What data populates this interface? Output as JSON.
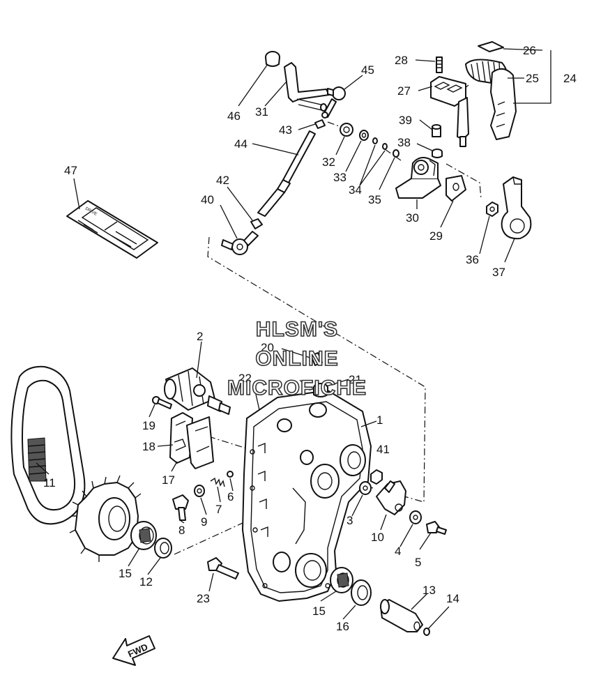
{
  "watermark": {
    "line1": "HLSM'S",
    "line2": "ONLINE",
    "line3": "MICROFICHE"
  },
  "decal": {
    "heading": "DRIVE"
  },
  "direction_arrow": {
    "label": "FWD"
  },
  "callouts": [
    {
      "n": "1"
    },
    {
      "n": "2"
    },
    {
      "n": "3"
    },
    {
      "n": "4"
    },
    {
      "n": "5"
    },
    {
      "n": "6"
    },
    {
      "n": "7"
    },
    {
      "n": "8"
    },
    {
      "n": "9"
    },
    {
      "n": "10"
    },
    {
      "n": "11"
    },
    {
      "n": "12"
    },
    {
      "n": "13"
    },
    {
      "n": "14"
    },
    {
      "n": "15"
    },
    {
      "n": "15"
    },
    {
      "n": "16"
    },
    {
      "n": "17"
    },
    {
      "n": "18"
    },
    {
      "n": "19"
    },
    {
      "n": "20"
    },
    {
      "n": "21"
    },
    {
      "n": "22"
    },
    {
      "n": "23"
    },
    {
      "n": "24"
    },
    {
      "n": "25"
    },
    {
      "n": "26"
    },
    {
      "n": "27"
    },
    {
      "n": "28"
    },
    {
      "n": "29"
    },
    {
      "n": "30"
    },
    {
      "n": "31"
    },
    {
      "n": "32"
    },
    {
      "n": "33"
    },
    {
      "n": "34"
    },
    {
      "n": "35"
    },
    {
      "n": "36"
    },
    {
      "n": "37"
    },
    {
      "n": "38"
    },
    {
      "n": "39"
    },
    {
      "n": "40"
    },
    {
      "n": "41"
    },
    {
      "n": "42"
    },
    {
      "n": "43"
    },
    {
      "n": "44"
    },
    {
      "n": "45"
    },
    {
      "n": "46"
    },
    {
      "n": "47"
    }
  ]
}
